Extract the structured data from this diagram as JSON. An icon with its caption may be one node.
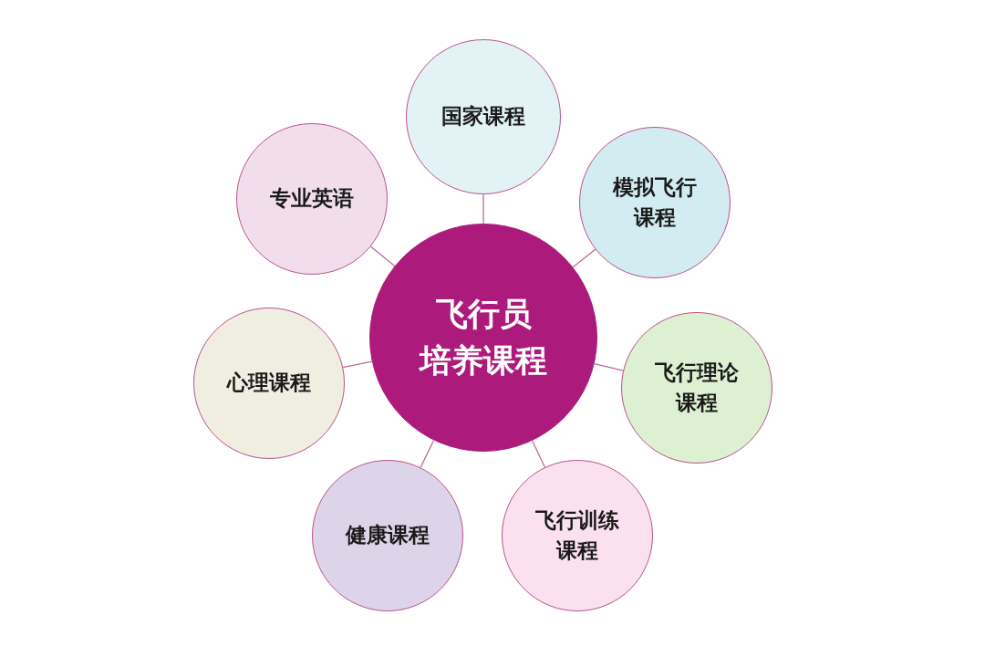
{
  "diagram": {
    "nodes": [
      {
        "text": [
          "飞行员培养课程"
        ]
      },
      {
        "text": [
          "国家课程"
        ]
      },
      {
        "text": [
          "模拟飞行课程"
        ]
      },
      {
        "text": [
          "飞行理论课程"
        ]
      },
      {
        "text": [
          "飞行训练课程"
        ]
      },
      {
        "text": [
          "健康课程"
        ]
      },
      {
        "text": [
          "心理课程"
        ]
      },
      {
        "text": [
          "专业英语"
        ]
      }
    ],
    "edges": [
      {
        "from": 0,
        "to": 1,
        "arrow": "none"
      },
      {
        "from": 0,
        "to": 2,
        "arrow": "none"
      },
      {
        "from": 0,
        "to": 3,
        "arrow": "none"
      },
      {
        "from": 0,
        "to": 4,
        "arrow": "none"
      },
      {
        "from": 0,
        "to": 5,
        "arrow": "none"
      },
      {
        "from": 0,
        "to": 6,
        "arrow": "none"
      },
      {
        "from": 0,
        "to": 7,
        "arrow": "none"
      }
    ]
  }
}
